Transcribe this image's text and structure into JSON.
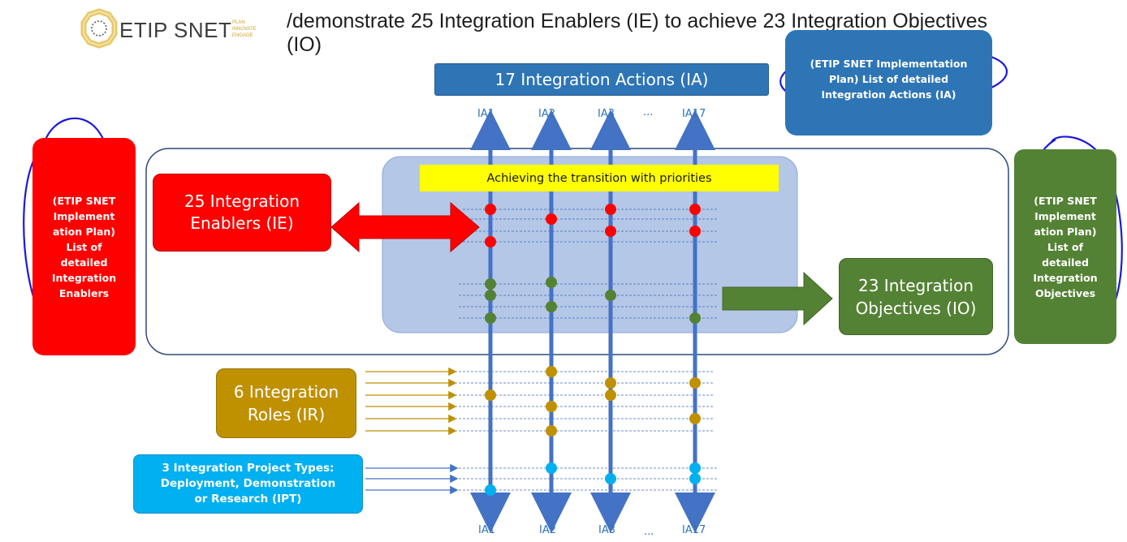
{
  "header": {
    "logo_name": "ETIP SNET",
    "logo_tagline": [
      "PLAN",
      "INNOVATE",
      "ENGAGE"
    ],
    "title_line1": "/demonstrate 25 Integration Enablers (IE) to achieve 23 Integration Objectives",
    "title_line2": "(IO)"
  },
  "integration_actions": {
    "bar_label": "17 Integration Actions (IA)",
    "detail_lines": [
      "(ETIP SNET Implementation",
      "Plan) List of detailed",
      "Integration Actions (IA)"
    ],
    "top_labels": [
      "IA1",
      "IA2",
      "IA3",
      "...",
      "IA17"
    ],
    "bottom_labels": [
      "IA1",
      "IA2",
      "IA3",
      "...",
      "IA17"
    ]
  },
  "enablers": {
    "box_lines": [
      "25 Integration",
      "Enablers (IE)"
    ],
    "detail_lines": [
      "(ETIP SNET",
      "Implement",
      "ation Plan)",
      "List of",
      "detailed",
      "Integration",
      "Enablers"
    ]
  },
  "objectives": {
    "box_lines": [
      "23 Integration",
      "Objectives (IO)"
    ],
    "detail_lines": [
      "(ETIP SNET",
      "Implement",
      "ation Plan)",
      "List of",
      "detailed",
      "Integration",
      "Objectives"
    ]
  },
  "roles": {
    "box_lines": [
      "6 Integration",
      "Roles (IR)"
    ]
  },
  "project_types": {
    "box_lines": [
      "3 Integration Project Types:",
      "Deployment, Demonstration",
      "or Research (IPT)"
    ]
  },
  "transition_label": "Achieving the transition with priorities",
  "colors": {
    "blue": "#2e75b6",
    "red": "#ff0000",
    "green": "#548235",
    "gold": "#bf9000",
    "cyan": "#00b0f0",
    "panel": "#b4c7e7",
    "yellow": "#ffff00",
    "annotation": "#1a1adb"
  }
}
